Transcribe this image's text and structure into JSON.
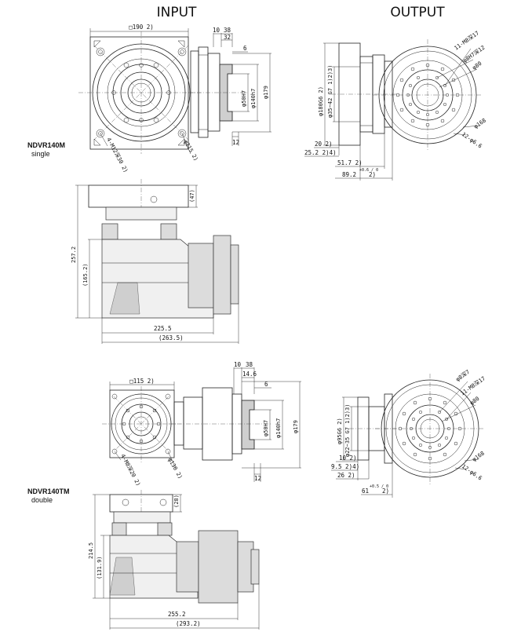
{
  "headers": {
    "input": "INPUT",
    "output": "OUTPUT"
  },
  "models": [
    {
      "name": "NDVR140M",
      "variant": "single"
    },
    {
      "name": "NDVR140TM",
      "variant": "double"
    }
  ],
  "top_input": {
    "square": "□190  2)",
    "bolt_circle": "φ215  2)",
    "tap": "4-M12深30  2)",
    "d10": "10",
    "d38": "38",
    "d32": "32",
    "d6": "6",
    "d12": "12",
    "bore": "φ50H7",
    "spigot": "φ140h7",
    "flange": "φ179"
  },
  "top_output": {
    "pcd": "φ180G6  2)",
    "shaft": "φ35~42 G7  1)2)3)",
    "holes": "11-M8深17",
    "pins": "φ8H7深12",
    "d80": "φ80",
    "d168": "φ168",
    "d12": "12-φ6.6",
    "d20": "20  2)",
    "d252": "25.2  2)4)",
    "d517": "51.7  2)",
    "d892": "89.2",
    "d892_tol": "+0.6 / 0",
    "d892_note": "2)"
  },
  "top_side": {
    "h47": "(47)",
    "h2572": "257.2",
    "h1652": "(165.2)",
    "w2255": "225.5",
    "w2635": "(263.5)"
  },
  "bot_input": {
    "square": "□115  2)",
    "bolt_circle": "φ130  2)",
    "tap": "4-M8深20  2)",
    "d10": "10",
    "d38": "38",
    "d146": "14.6",
    "d6": "6",
    "d12": "12",
    "bore": "φ50H7",
    "spigot": "φ140h7",
    "flange": "φ179"
  },
  "bot_output": {
    "pcd": "φ95G6  2)",
    "shaft": "φ22~35 G7  1)2)3)",
    "pins": "φ8深7",
    "holes": "11-M8深17",
    "d80": "φ80",
    "d168": "φ168",
    "d12": "12-φ6.6",
    "d10": "10  2)",
    "d95": "9.5  2)4)",
    "d26": "26  2)",
    "d61": "61",
    "d61_tol": "+0.5 / 0",
    "d61_note": "2)"
  },
  "bot_side": {
    "h28": "(28)",
    "h2145": "214.5",
    "h1319": "(131.9)",
    "w2552": "255.2",
    "w2932": "(293.2)"
  }
}
